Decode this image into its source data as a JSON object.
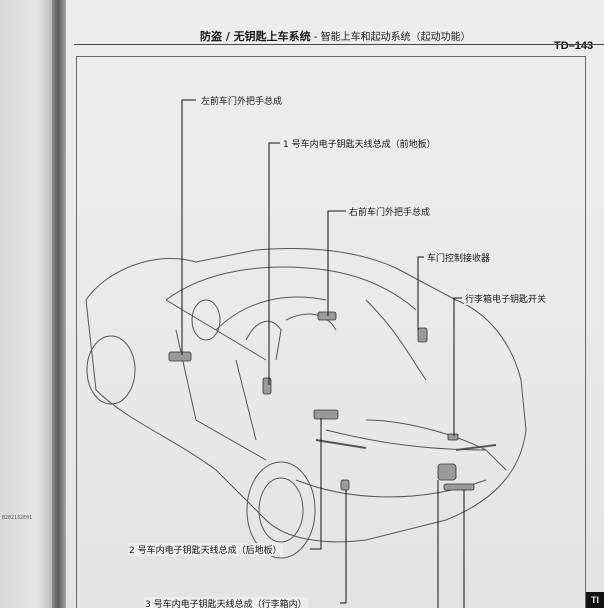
{
  "header": {
    "section": "防盗 / 无钥匙上车系统",
    "separator": "-",
    "subsection": "智能上车和起动系统（起动功能）",
    "page_number": "TD–143"
  },
  "left_page": {
    "figure_code": "B202132E01"
  },
  "callouts": {
    "front_left_handle": "左前车门外把手总成",
    "antenna_1": "1 号车内电子钥匙天线总成（前地板）",
    "front_right_handle": "右前车门外把手总成",
    "door_receiver": "车门控制接收器",
    "trunk_switch": "行李箱电子钥匙开关",
    "antenna_2": "2 号车内电子钥匙天线总成（后地板）",
    "antenna_3": "3 号车内电子钥匙天线总成（行李箱内）"
  },
  "edge_tab": "TI"
}
